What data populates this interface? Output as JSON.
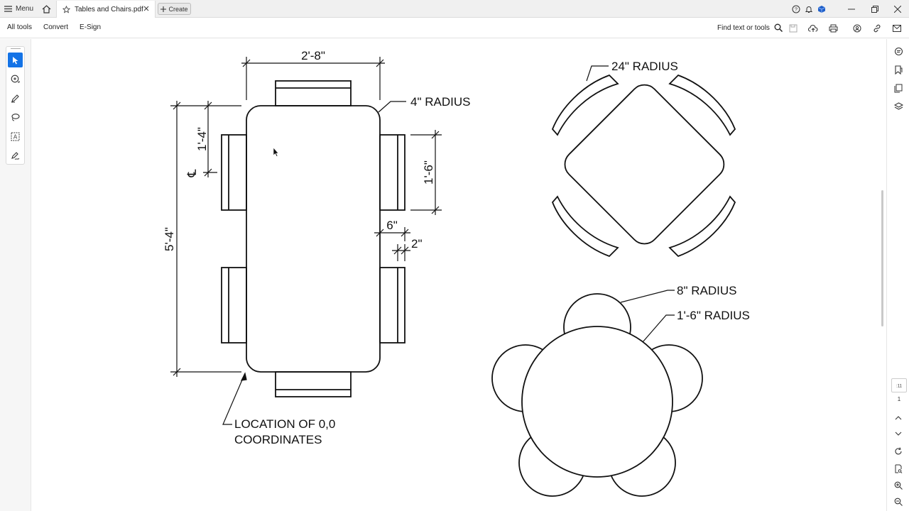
{
  "tabbar": {
    "menu_label": "Menu",
    "tab_title": "Tables and Chairs.pdf",
    "create_label": "Create"
  },
  "toolbar": {
    "links": [
      "All tools",
      "Convert",
      "E-Sign"
    ],
    "find_label": "Find text or tools"
  },
  "page": {
    "current": "1"
  },
  "drawing": {
    "labels": {
      "top_width": "2'-8\"",
      "corner_radius": "4\" RADIUS",
      "side_offset": "1'-4\"",
      "centerline": "℄",
      "table_length": "5'-4\"",
      "chair_width": "1'-6\"",
      "chair_depth": "6\"",
      "chair_gap": "2\"",
      "origin_line1": "LOCATION OF 0,0",
      "origin_line2": "COORDINATES",
      "square_radius": "24\" RADIUS",
      "round_chair_radius": "8\" RADIUS",
      "round_table_radius": "1'-6\" RADIUS"
    }
  },
  "colors": {
    "accent": "#1473e6",
    "line": "#111111"
  }
}
